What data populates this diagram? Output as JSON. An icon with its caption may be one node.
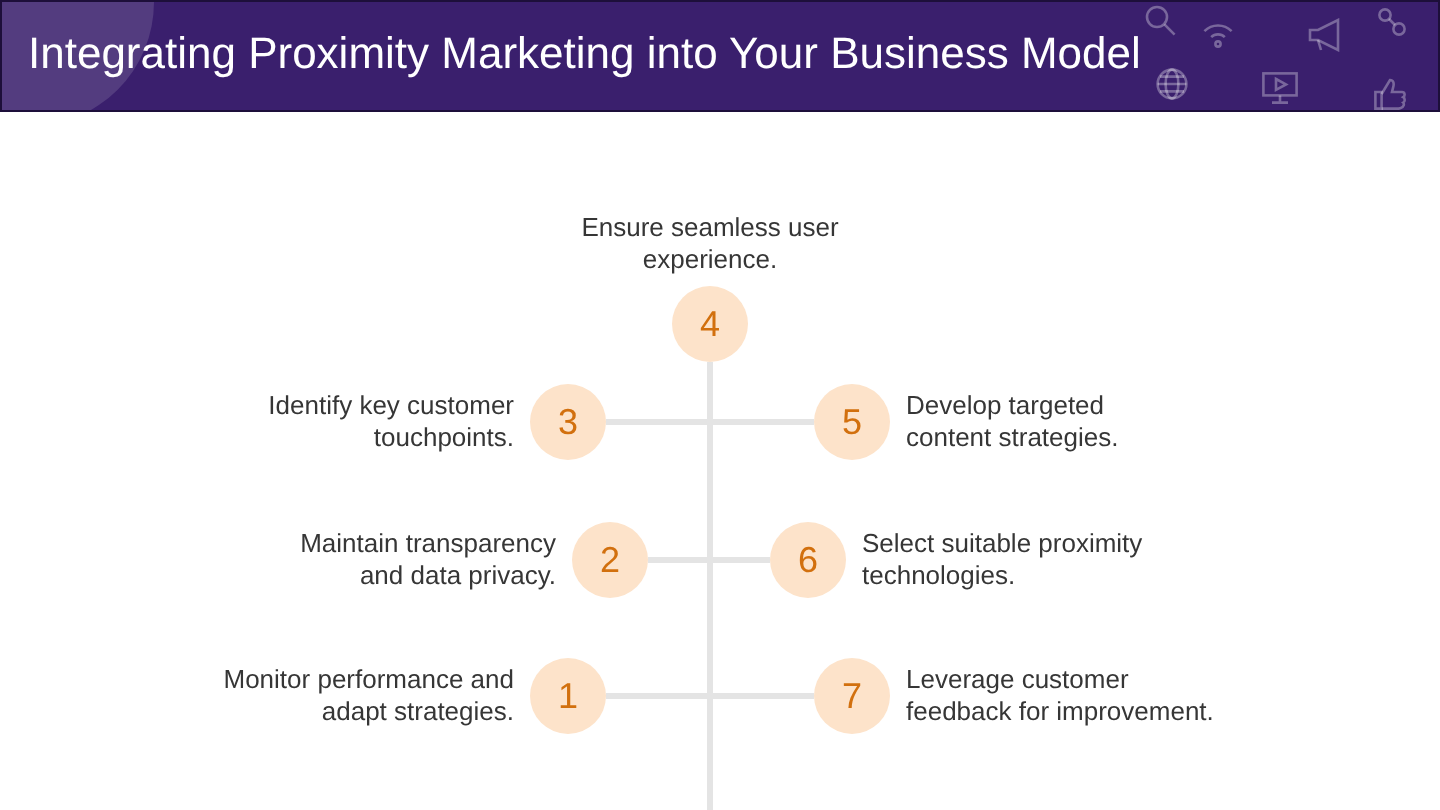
{
  "diagram": {
    "title": "Integrating Proximity Marketing into Your Business Model",
    "nodes": [
      {
        "text": [
          "1"
        ],
        "beside": [
          "Monitor performance and adapt strategies."
        ]
      },
      {
        "text": [
          "2"
        ],
        "beside": [
          "Maintain transparency and data privacy."
        ]
      },
      {
        "text": [
          "3"
        ],
        "beside": [
          "Identify key customer touchpoints."
        ]
      },
      {
        "text": [
          "4"
        ],
        "beside": [
          "Ensure seamless user experience."
        ]
      },
      {
        "text": [
          "5"
        ],
        "beside": [
          "Develop targeted content strategies."
        ]
      },
      {
        "text": [
          "6"
        ],
        "beside": [
          "Select suitable proximity technologies."
        ]
      },
      {
        "text": [
          "7"
        ],
        "beside": [
          "Leverage customer feedback for improvement."
        ]
      }
    ],
    "edges": [
      {
        "from": 3,
        "to": null,
        "arrow": "none"
      },
      {
        "from": 2,
        "to": 4,
        "arrow": "none"
      },
      {
        "from": 1,
        "to": 5,
        "arrow": "none"
      },
      {
        "from": 0,
        "to": 6,
        "arrow": "none"
      }
    ]
  }
}
